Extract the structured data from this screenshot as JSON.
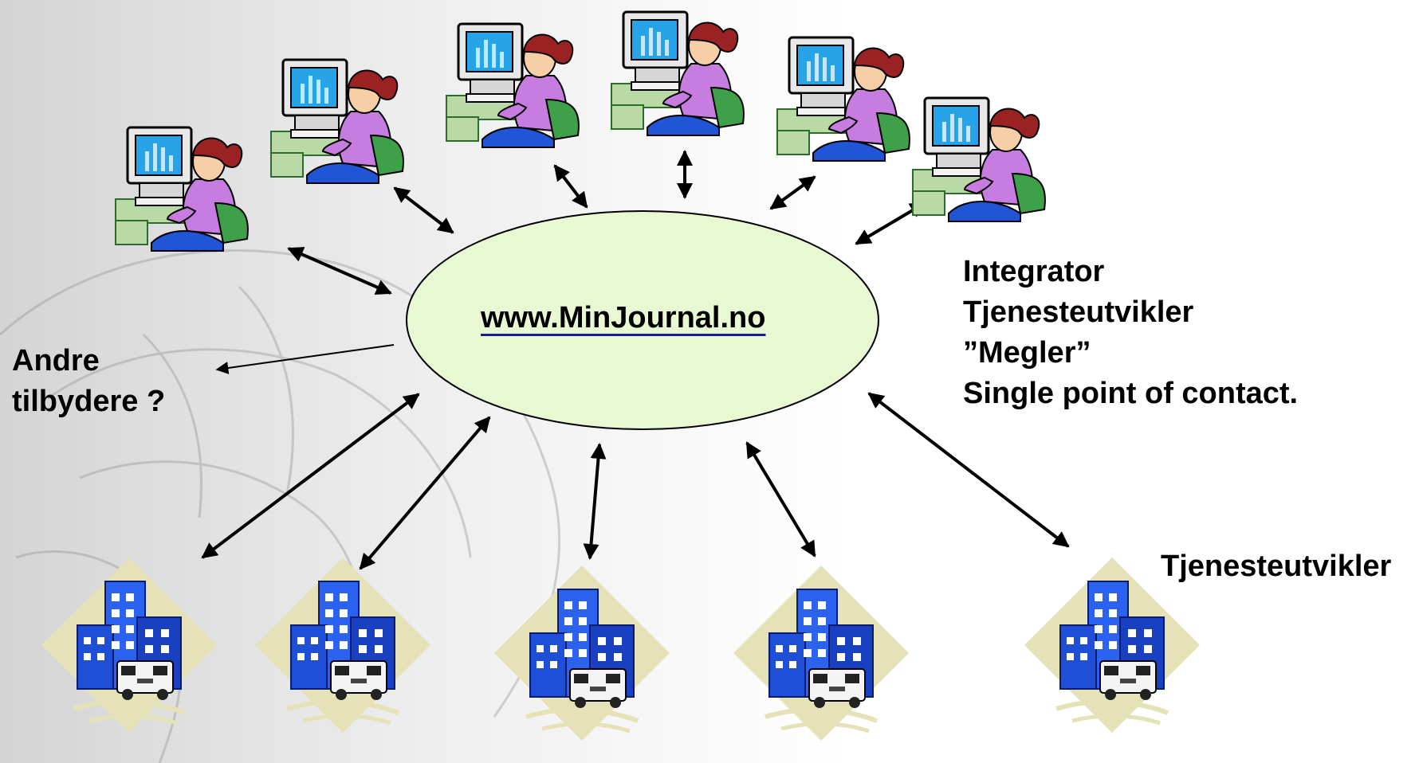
{
  "center": {
    "url_text": "www.MinJournal.no"
  },
  "left_label": {
    "line1": "Andre",
    "line2": "tilbydere ?"
  },
  "right_label": {
    "line1": "Integrator",
    "line2": "Tjenesteutvikler",
    "line3": "”Megler”",
    "line4": "Single point of contact."
  },
  "bottom_right_label": "Tjenesteutvikler",
  "icons": {
    "user": "woman-at-computer-icon",
    "hospital": "hospital-with-ambulance-icon"
  },
  "colors": {
    "ellipse_fill": "#e8f8d2",
    "arrow": "#000000",
    "link_underline": "#1a1aa0"
  }
}
